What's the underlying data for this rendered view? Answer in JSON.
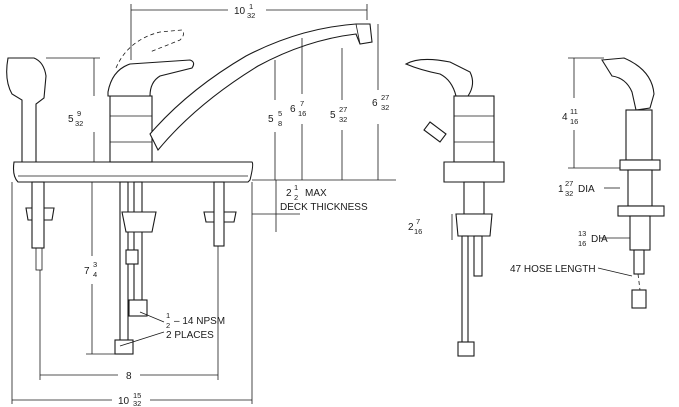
{
  "dimensions": {
    "spout_reach": {
      "whole": "10",
      "num": "1",
      "den": "32"
    },
    "sprayer_height": {
      "whole": "5",
      "num": "9",
      "den": "32"
    },
    "body_height": {
      "whole": "5",
      "num": "5",
      "den": "8"
    },
    "handle_height": {
      "whole": "6",
      "num": "7",
      "den": "16"
    },
    "aerator_height": {
      "whole": "5",
      "num": "27",
      "den": "32"
    },
    "spout_height": {
      "whole": "6",
      "num": "27",
      "den": "32"
    },
    "deck_thickness": {
      "whole": "2",
      "num": "1",
      "den": "2",
      "text": "MAX"
    },
    "deck_thickness_line2": "DECK THICKNESS",
    "shank_length": {
      "whole": "7",
      "num": "3",
      "den": "4"
    },
    "side_shank": {
      "whole": "2",
      "num": "7",
      "den": "16"
    },
    "spray_height": {
      "whole": "4",
      "num": "11",
      "den": "16"
    },
    "spray_base_dia": {
      "whole": "1",
      "num": "27",
      "den": "32",
      "text": "DIA"
    },
    "spray_shank_dia": {
      "whole": "",
      "num": "13",
      "den": "16",
      "text": "DIA"
    },
    "hose_length": "47 HOSE LENGTH",
    "connection": {
      "whole": "",
      "num": "1",
      "den": "2",
      "text": "– 14 NPSM"
    },
    "connection_line2": "2 PLACES",
    "centers": "8",
    "overall_width": {
      "whole": "10",
      "num": "15",
      "den": "32"
    }
  }
}
